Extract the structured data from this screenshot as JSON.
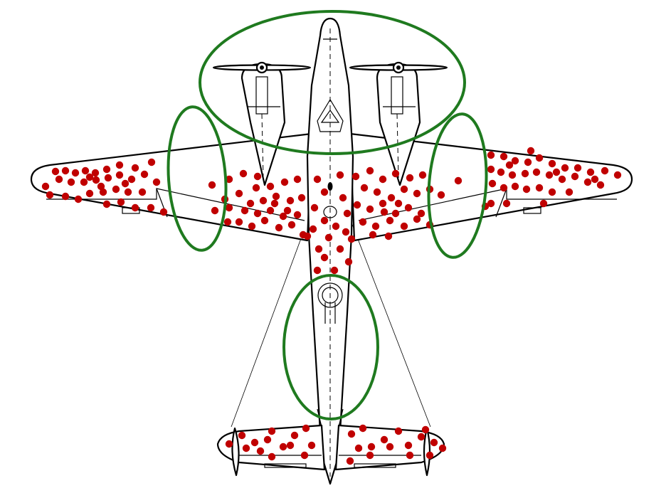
{
  "colors": {
    "bullet_hole": "#c00000",
    "armor_region_outline": "#1f7a1f",
    "aircraft_outline": "#000000",
    "background": "#ffffff"
  },
  "icons": [
    "aircraft-silhouette",
    "bullet-hole-dot",
    "highlight-oval"
  ],
  "highlight_regions": [
    "engines-and-nose",
    "left-wing-mid",
    "right-wing-mid",
    "rear-fuselage"
  ],
  "damage_regions": [
    "left-wing",
    "right-wing",
    "center-fuselage",
    "left-tailplane",
    "right-tailplane"
  ]
}
